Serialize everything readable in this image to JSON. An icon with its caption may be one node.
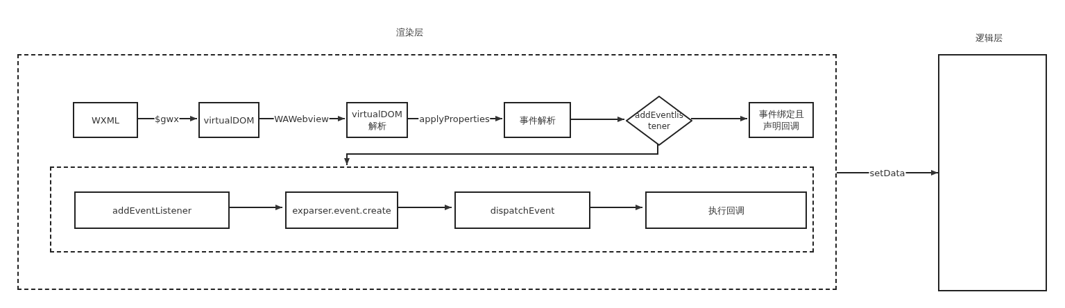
{
  "diagram": {
    "nodes": [
      {
        "text": [
          "渲染层"
        ]
      },
      {
        "text": [
          "WXML"
        ],
        "in": 0
      },
      {
        "text": [
          "virtualDOM"
        ],
        "in": 0
      },
      {
        "text": [
          "virtualDOM 解析"
        ],
        "in": 0
      },
      {
        "text": [
          "事件解析"
        ],
        "in": 0
      },
      {
        "text": [
          "addEventlistener"
        ],
        "in": 0
      },
      {
        "text": [
          "事件绑定且声明回调"
        ],
        "in": 0
      },
      {
        "text": [],
        "shape": "box",
        "in": 0
      },
      {
        "text": [
          "addEventListener"
        ],
        "in": 7
      },
      {
        "text": [
          "exparser.event.create"
        ],
        "in": 7
      },
      {
        "text": [
          "dispatchEvent"
        ],
        "in": 7
      },
      {
        "text": [
          "执行回调"
        ],
        "in": 7
      },
      {
        "text": [
          "逻辑层"
        ]
      }
    ],
    "edges": [
      {
        "from": 1,
        "to": 2,
        "arrow": "to",
        "label": "$gwx"
      },
      {
        "from": 2,
        "to": 3,
        "arrow": "to",
        "label": "WAWebview"
      },
      {
        "from": 3,
        "to": 4,
        "arrow": "to",
        "label": "applyProperties"
      },
      {
        "from": 4,
        "to": 5,
        "arrow": "to"
      },
      {
        "from": 5,
        "to": 6,
        "arrow": "to"
      },
      {
        "from": 5,
        "to": 7,
        "arrow": "to"
      },
      {
        "from": 8,
        "to": 9,
        "arrow": "to"
      },
      {
        "from": 9,
        "to": 10,
        "arrow": "to"
      },
      {
        "from": 10,
        "to": 11,
        "arrow": "to"
      },
      {
        "from": 0,
        "to": 12,
        "arrow": "to",
        "label": "setData"
      }
    ]
  }
}
